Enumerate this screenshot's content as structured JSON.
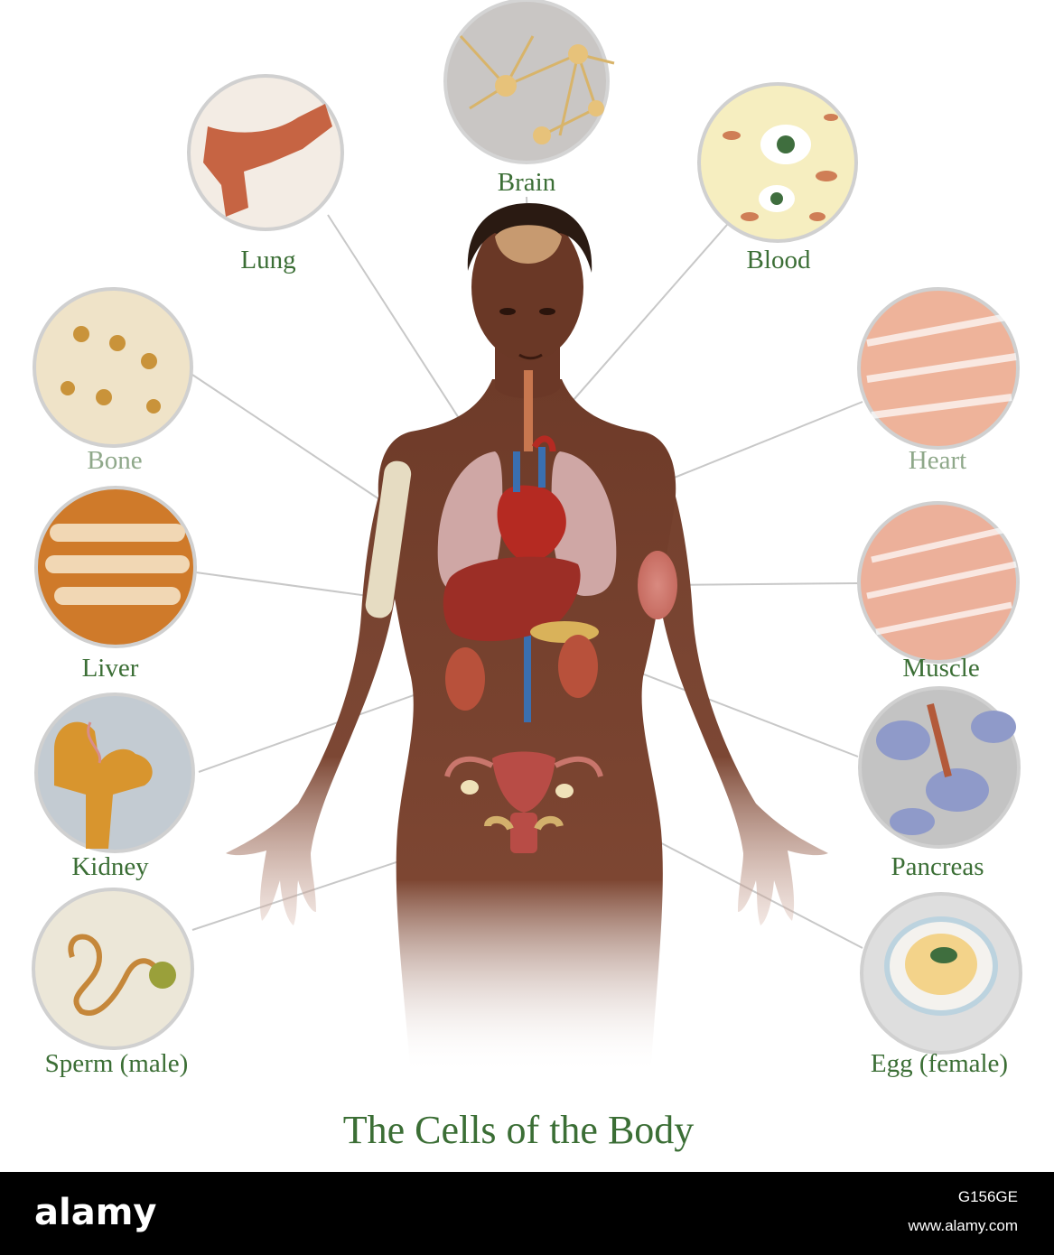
{
  "title": "The Cells of the Body",
  "labels": {
    "brain": "Brain",
    "lung": "Lung",
    "blood": "Blood",
    "bone": "Bone",
    "heart": "Heart",
    "liver": "Liver",
    "muscle": "Muscle",
    "kidney": "Kidney",
    "pancreas": "Pancreas",
    "sperm": "Sperm (male)",
    "egg": "Egg (female)"
  },
  "footer": {
    "brand": "alamy",
    "stock_id": "G156GE",
    "site": "www.alamy.com"
  },
  "colors": {
    "label_text": "#3b6e35",
    "skin": "#7a4330",
    "footer_bg": "#000000"
  }
}
